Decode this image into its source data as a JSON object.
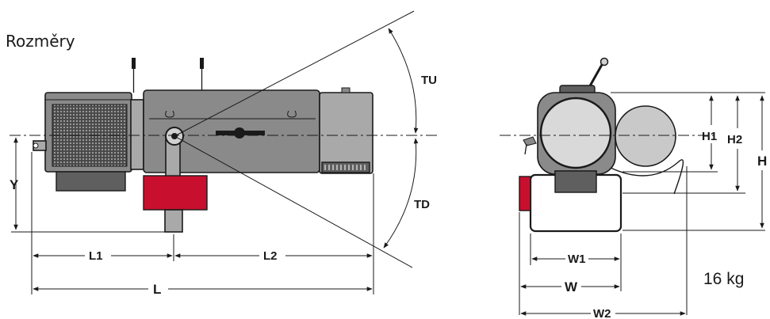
{
  "title": "Rozměry",
  "weight": "16 kg",
  "dimensions": {
    "tu": "TU",
    "td": "TD",
    "y": "Y",
    "l1": "L1",
    "l2": "L2",
    "l": "L",
    "h1": "H1",
    "h2": "H2",
    "h": "H",
    "w1": "W1",
    "w": "W",
    "w2": "W2"
  },
  "colors": {
    "housing": "#8a8a8a",
    "motor_dark": "#5f5f5f",
    "clamp_red": "#c8102e",
    "line": "#1a1a1a"
  }
}
